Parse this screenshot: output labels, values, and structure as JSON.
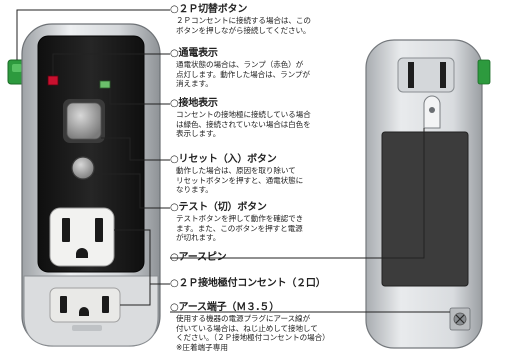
{
  "callouts": [
    {
      "title": "○２Ｐ切替ボタン",
      "desc": "２Ｐコンセントに接続する場合は、この\nボタンを押しながら接続してください。"
    },
    {
      "title": "○通電表示",
      "desc": "通電状態の場合は、ランプ（赤色）が\n点灯します。動作した場合は、ランプが\n消えます。"
    },
    {
      "title": "○接地表示",
      "desc": "コンセントの接地極に接続している場合\nは緑色、接続されていない場合は白色を\n表示します。"
    },
    {
      "title": "○リセット（入）ボタン",
      "desc": "動作した場合は、原因を取り除いて\nリセットボタンを押すと、通電状態に\nなります。"
    },
    {
      "title": "○テスト（切）ボタン",
      "desc": "テストボタンを押して動作を確認でき\nます。また、このボタンを押すと電源\nが切れます。"
    },
    {
      "title": "○アースピン",
      "desc": ""
    },
    {
      "title": "○２Ｐ接地極付コンセント（２口）",
      "desc": ""
    },
    {
      "title": "○アース端子（Ｍ３.５）",
      "desc": "使用する機器の電源プラグにアース線が\n付いている場合は、ねじ止めして接地して\nください。（２Ｐ接地極付コンセントの場合）",
      "note": "※圧着端子専用"
    }
  ],
  "colors": {
    "accent_green": "#2d9a3e",
    "power_lamp_red": "#c8102e",
    "ground_lamp_green": "#6bbf6b",
    "body_dark": "#1c1c1c",
    "body_silver": "#c9cccf"
  }
}
